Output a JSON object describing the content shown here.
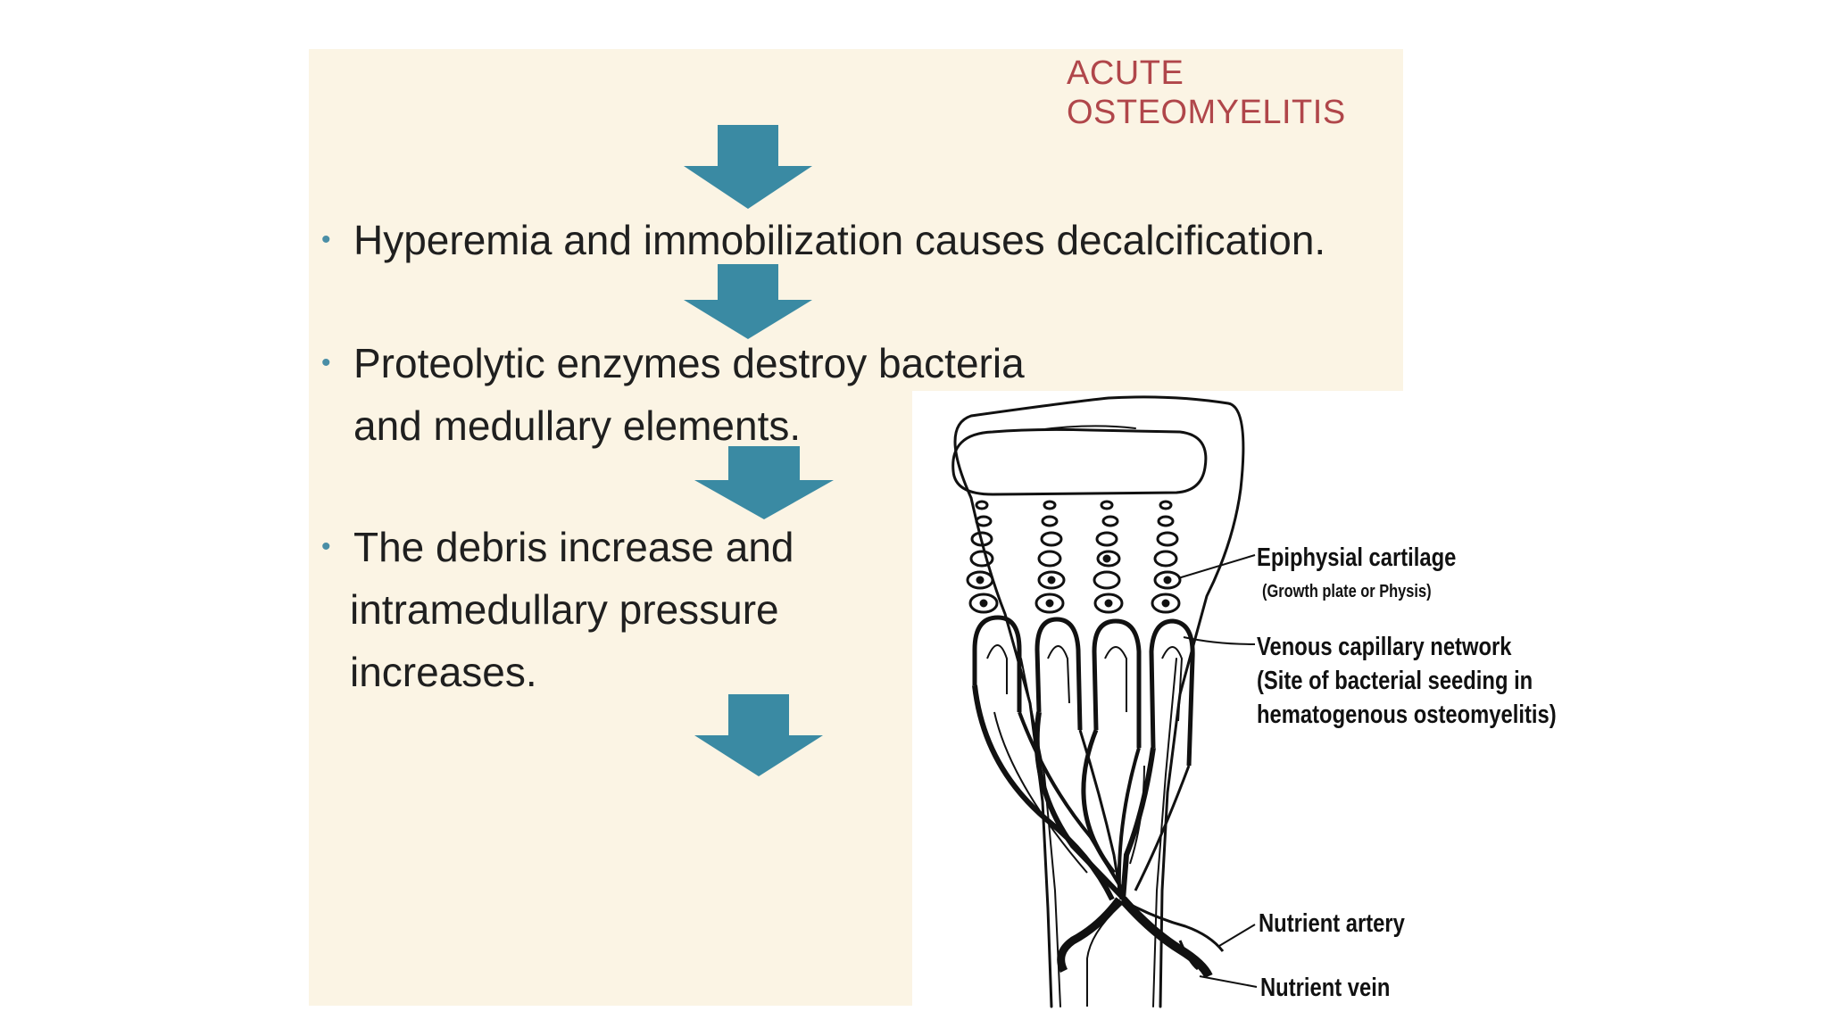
{
  "slide": {
    "title_lines": [
      "ACUTE",
      "OSTEOMYELITIS"
    ],
    "bullets": [
      {
        "lines": [
          "Hyperemia and immobilization causes decalcification."
        ]
      },
      {
        "lines": [
          "Proteolytic enzymes destroy bacteria",
          "and medullary elements."
        ]
      },
      {
        "lines": [
          "The debris increase and",
          "intramedullary pressure",
          "increases."
        ]
      }
    ],
    "bullet_glyph": "•",
    "colors": {
      "title": "#b0464a",
      "arrow": "#3a8aa3",
      "background": "#fbf4e4",
      "bullet_dot": "#4a8ea6"
    }
  },
  "figure": {
    "labels": {
      "epiphysial_cartilage": "Epiphysial cartilage",
      "growth_plate": "(Growth plate or Physis)",
      "venous_capillary_network": "Venous capillary network",
      "site_line1": "(Site of bacterial seeding in",
      "site_line2": "hematogenous osteomyelitis)",
      "nutrient_artery": "Nutrient artery",
      "nutrient_vein": "Nutrient vein"
    }
  }
}
